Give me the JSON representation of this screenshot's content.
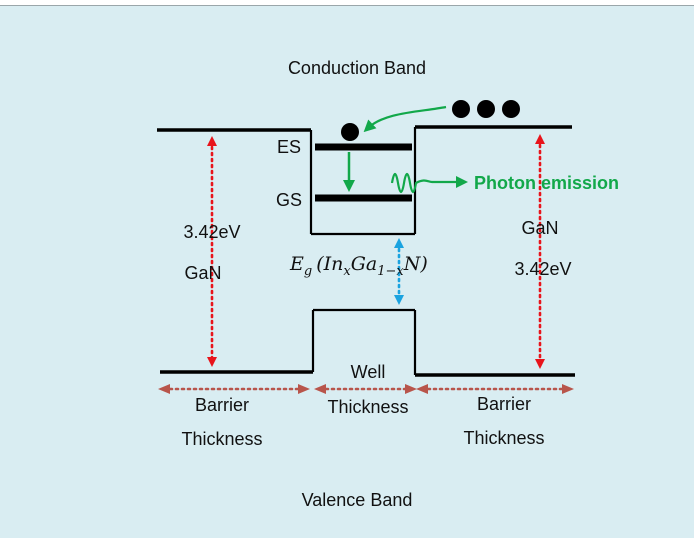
{
  "labels": {
    "conduction_band": "Conduction Band",
    "valence_band": "Valence Band",
    "es": "ES",
    "gs": "GS",
    "photon_emission": "Photon emission",
    "left_energy": "3.42eV",
    "left_material": "GaN",
    "right_material": "GaN",
    "right_energy": "3.42eV",
    "left_barrier_line1": "Barrier",
    "left_barrier_line2": "Thickness",
    "well_line1": "Well",
    "well_line2": "Thickness",
    "right_barrier_line1": "Barrier",
    "right_barrier_line2": "Thickness"
  },
  "equation": {
    "eg_base": "E",
    "eg_sub": "g",
    "open_paren": "(",
    "in_base": "In",
    "in_sub": "x",
    "ga_base": "Ga",
    "ga_sub": "1−x",
    "n_base": "N)"
  },
  "colors": {
    "background": "#d9edf2",
    "band_line": "#000000",
    "red_arrow": "#e8141b",
    "blue_arrow": "#1aa3e0",
    "green": "#12a84a",
    "brown_arrow": "#b8554b"
  },
  "icons": {
    "electron": "filled-circle",
    "photon": "sine-wave"
  }
}
